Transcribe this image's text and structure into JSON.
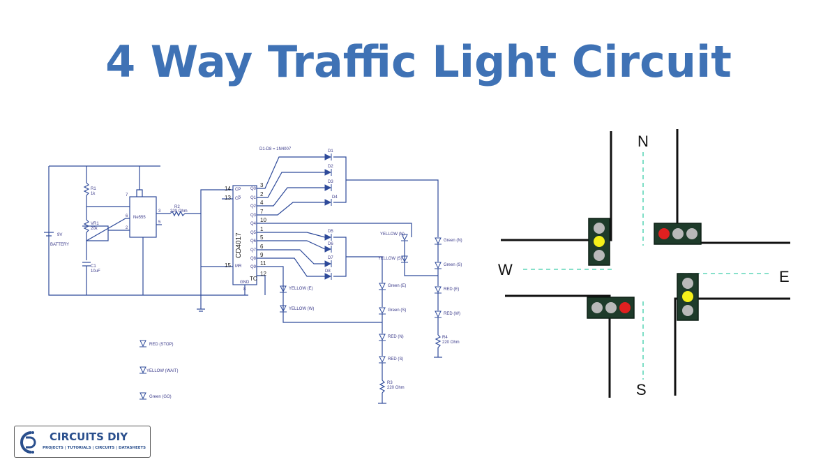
{
  "title": "4 Way Traffic Light Circuit",
  "schematic": {
    "chip_555": "Ne555",
    "chip_4017": "CD4017",
    "battery_label": "9V",
    "battery_name": "BATTERY",
    "r1_name": "R1",
    "r1_value": "1k",
    "vr1_name": "VR1",
    "vr1_value": "20k",
    "c1_name": "C1",
    "c1_value": "10uF",
    "r2_name": "R2",
    "r2_value": "220 Ohm",
    "r3_name": "R3",
    "r3_value": "220 Ohm",
    "r4_name": "R4",
    "r4_value": "220 Ohm",
    "diode_note": "D1-D8 = 1N4007",
    "pins_4017_left": [
      "14",
      "13",
      "15"
    ],
    "pins_4017_left_names": [
      "CP",
      "CP̅",
      "MR"
    ],
    "outputs": [
      "Q0",
      "Q1",
      "Q2",
      "Q3",
      "Q4",
      "Q5",
      "Q6",
      "Q7",
      "Q8",
      "Q9"
    ],
    "output_pins": [
      "3",
      "2",
      "4",
      "7",
      "10",
      "1",
      "5",
      "6",
      "9",
      "11"
    ],
    "tc_label": "TC",
    "tc_pin": "12",
    "gnd_label": "GND",
    "gnd_pin": "8",
    "pins_555": [
      "7",
      "6",
      "2",
      "3",
      "5"
    ],
    "diodes": [
      "D1",
      "D2",
      "D3",
      "D4",
      "D5",
      "D6",
      "D7",
      "D8"
    ],
    "led_labels": {
      "yellow_n": "YELLOW (N)",
      "yellow_s": "YELLOW (S)",
      "green_n": "Green (N)",
      "green_s": "Green (S)",
      "red_e": "RED (E)",
      "red_w": "RED (W)",
      "yellow_e": "YELLOW (E)",
      "yellow_w": "YELLOW (W)",
      "green_e": "Green (E)",
      "green_s2": "Green (S)",
      "red_n": "RED (N)",
      "red_s": "RED (S)"
    },
    "legend": [
      "RED (STOP)",
      "YELLOW (WAIT)",
      "Green (GO)"
    ]
  },
  "intersection": {
    "north": "N",
    "south": "S",
    "east": "E",
    "west": "W",
    "colors": {
      "red": "#e02020",
      "yellow": "#f4f01a",
      "grey": "#b9b9b9",
      "housing": "#1e3b2a",
      "road": "#111111",
      "lane": "#5fd6b8"
    }
  },
  "logo": {
    "brand": "CIRCUITS DIY",
    "tagline": "PROJECTS | TUTORIALS | CIRCUITS | DATASHEETS"
  }
}
